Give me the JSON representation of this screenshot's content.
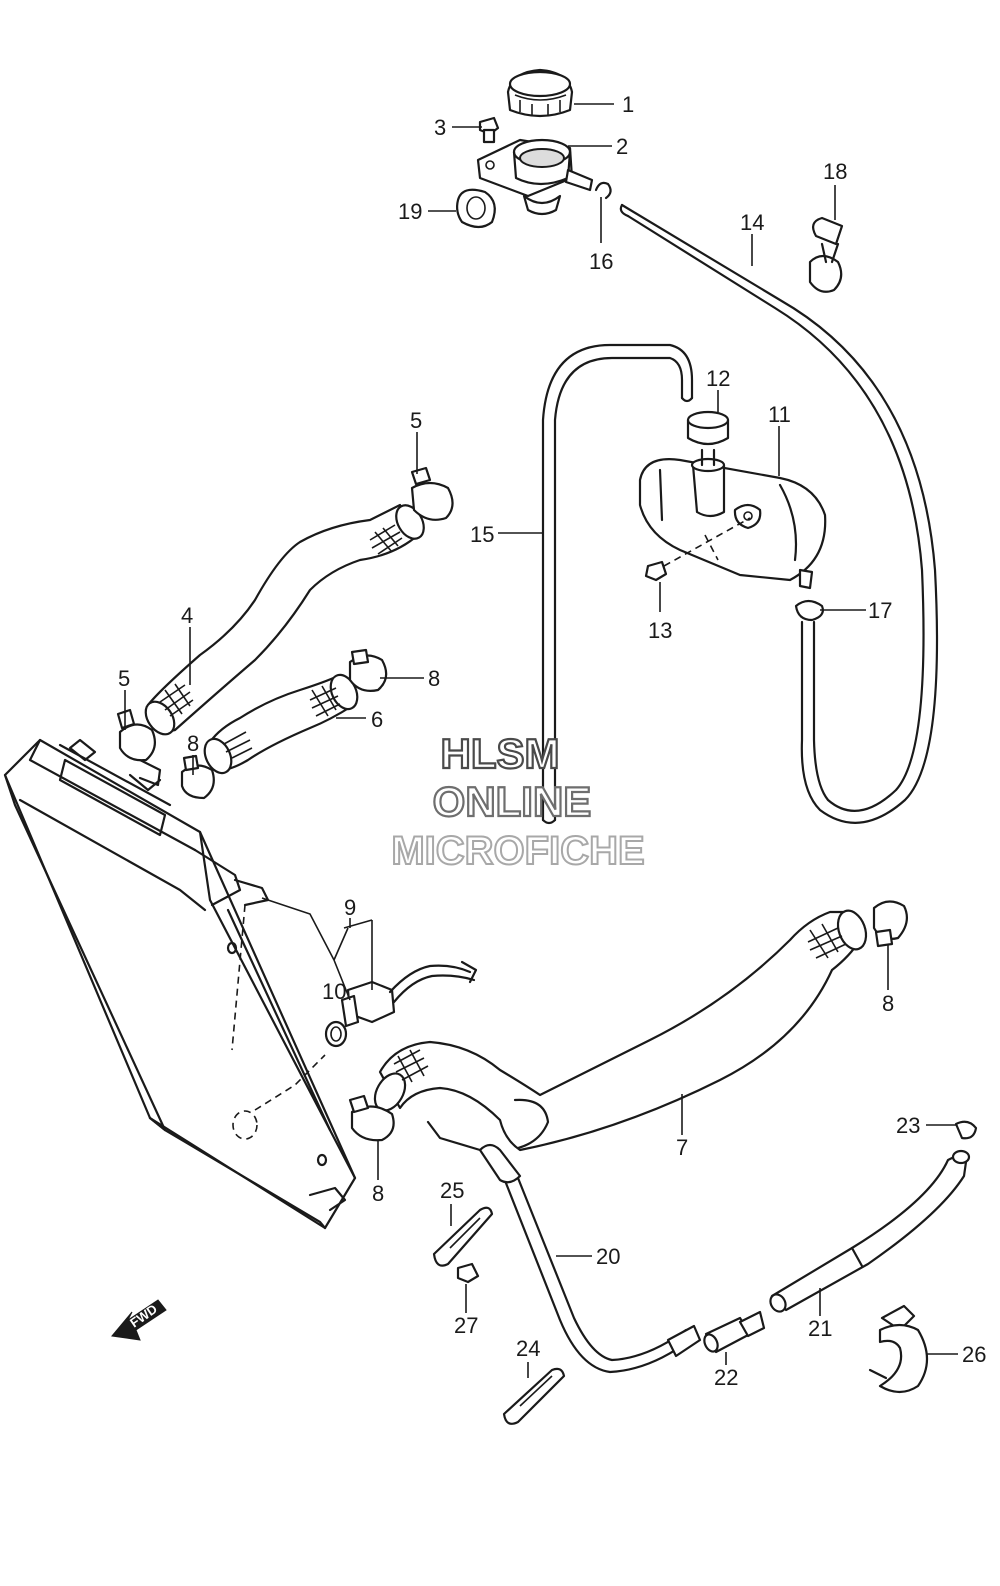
{
  "callouts": {
    "c1": "1",
    "c2": "2",
    "c3": "3",
    "c4": "4",
    "c5a": "5",
    "c5b": "5",
    "c6": "6",
    "c7": "7",
    "c8a": "8",
    "c8b": "8",
    "c8c": "8",
    "c8d": "8",
    "c9": "9",
    "c10": "10",
    "c11": "11",
    "c12": "12",
    "c13": "13",
    "c14": "14",
    "c15": "15",
    "c16": "16",
    "c17": "17",
    "c18": "18",
    "c19": "19",
    "c20": "20",
    "c21": "21",
    "c22": "22",
    "c23": "23",
    "c24": "24",
    "c25": "25",
    "c26": "26",
    "c27": "27"
  },
  "watermark": {
    "line1": "HLSM",
    "line2": "ONLINE",
    "line3": "MICROFICHE"
  },
  "direction_arrow": {
    "label": "FWD"
  },
  "colors": {
    "line": "#1a1a1a",
    "watermark_dark": "#4a4a4a",
    "watermark_mid": "#6e6e6e",
    "watermark_light": "#a8a8a8"
  },
  "icons": {
    "direction": "forward-arrow-icon"
  }
}
